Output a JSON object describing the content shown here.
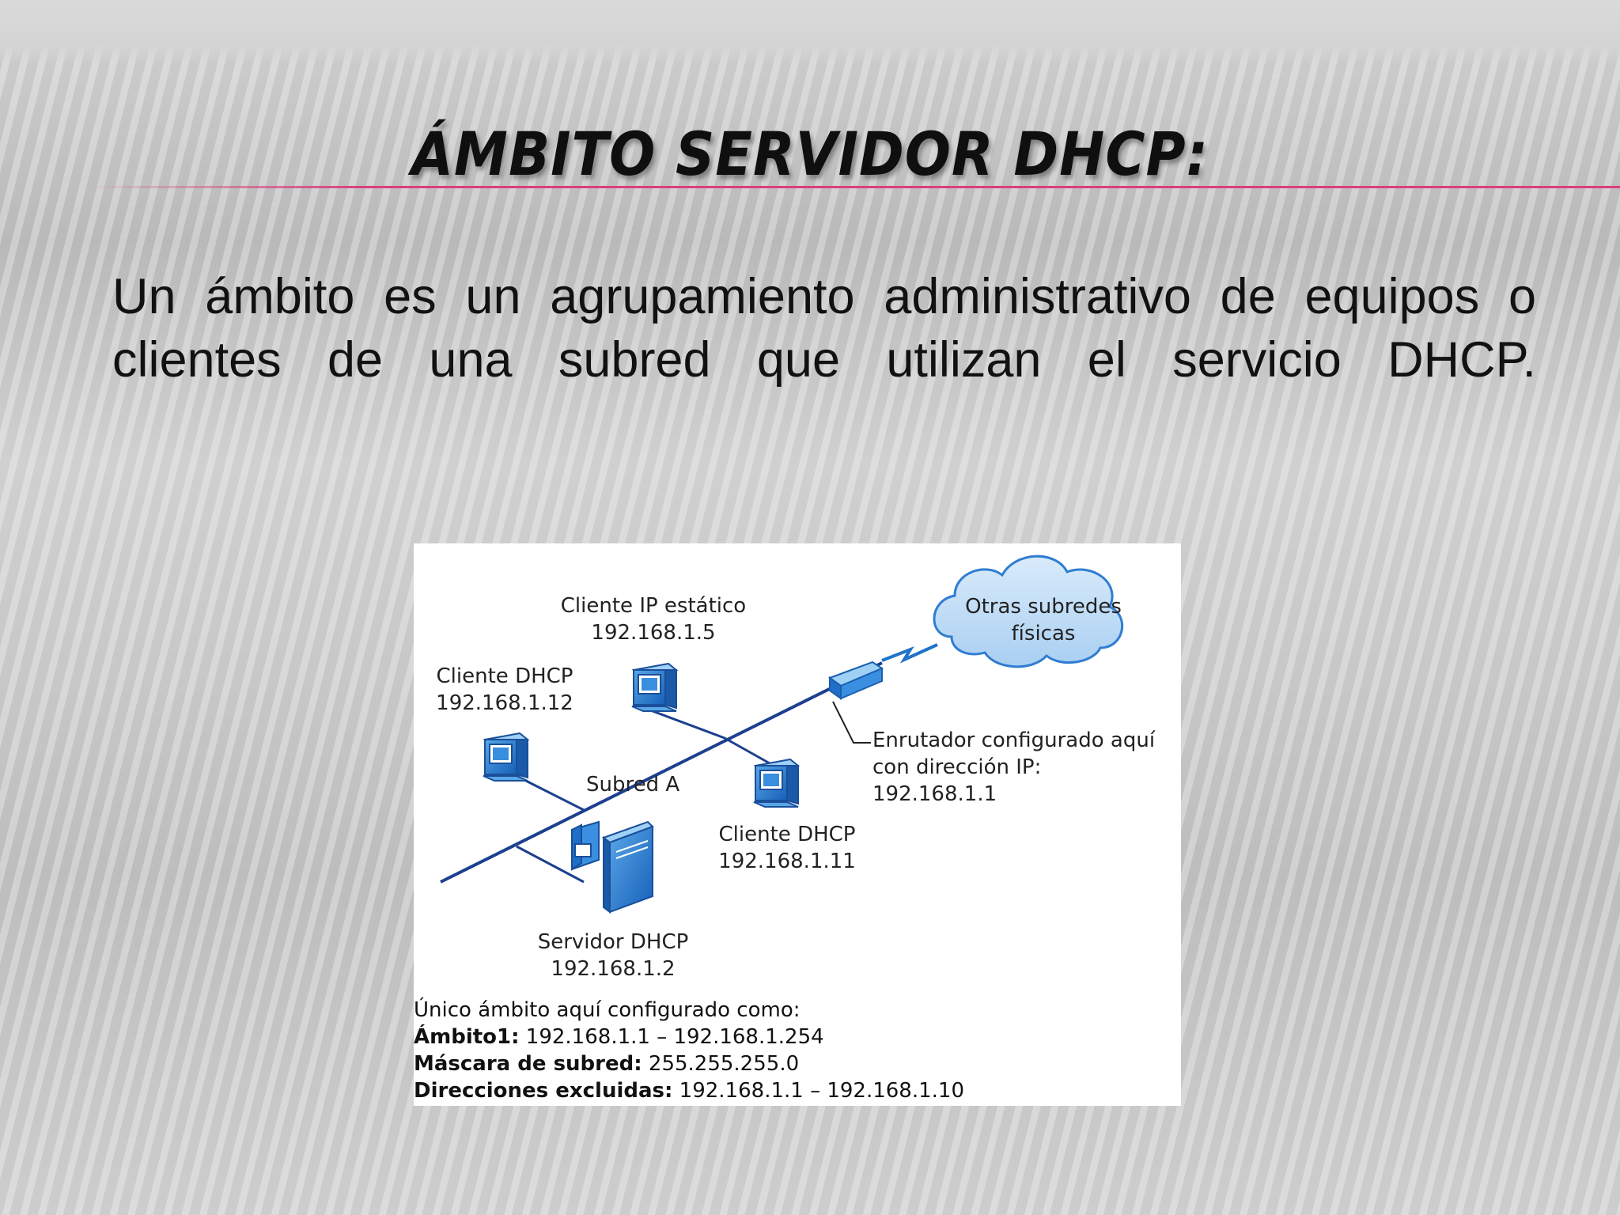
{
  "slide": {
    "title": "Ámbito servidor DHCP:",
    "body": "Un ámbito es un agrupamiento administrativo de equipos o clientes de una subred que utilizan el servicio DHCP."
  },
  "diagram": {
    "cloud_line1": "Otras subredes",
    "cloud_line2": "físicas",
    "static_client_name": "Cliente IP estático",
    "static_client_ip": "192.168.1.5",
    "dhcp_client_12_name": "Cliente DHCP",
    "dhcp_client_12_ip": "192.168.1.12",
    "subnet_label": "Subred A",
    "router_line1": "Enrutador configurado aquí",
    "router_line2": "con dirección IP:",
    "router_line3": "192.168.1.1",
    "dhcp_client_11_name": "Cliente DHCP",
    "dhcp_client_11_ip": "192.168.1.11",
    "server_name": "Servidor DHCP",
    "server_ip": "192.168.1.2",
    "notes": {
      "heading": "Único ámbito aquí configurado como:",
      "scope_label": "Ámbito1:",
      "scope_value": " 192.168.1.1 – 192.168.1.254",
      "mask_label": "Máscara de subred:",
      "mask_value": " 255.255.255.0",
      "excluded_label": "Direcciones excluidas:",
      "excluded_value": " 192.168.1.1 – 192.168.1.10"
    }
  }
}
